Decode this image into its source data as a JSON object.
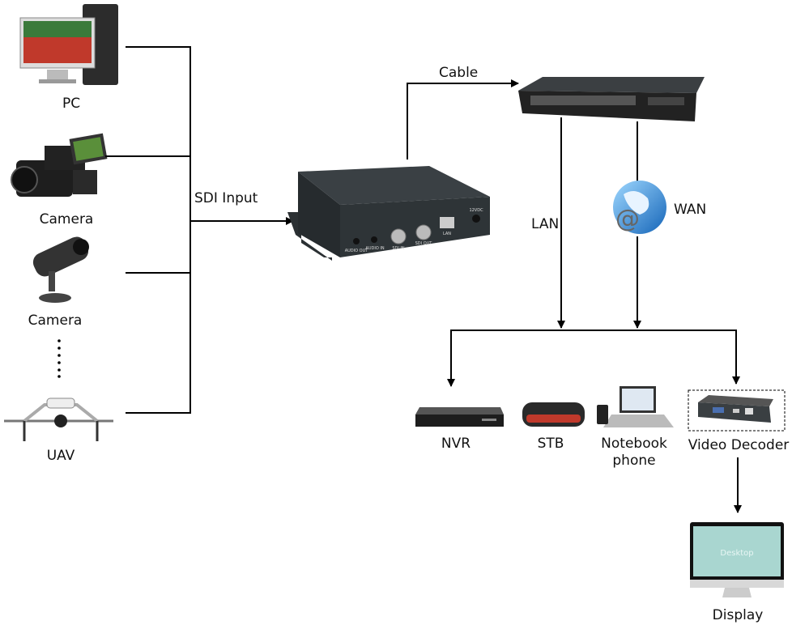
{
  "sources": [
    {
      "label": "PC",
      "icon": "pc-icon"
    },
    {
      "label": "Camera",
      "icon": "camcorder-icon"
    },
    {
      "label": "Camera",
      "icon": "cctv-camera-icon"
    },
    {
      "label": "UAV",
      "icon": "drone-icon"
    }
  ],
  "connections": {
    "sdi_input": "SDI Input",
    "cable": "Cable",
    "lan": "LAN",
    "wan": "WAN"
  },
  "encoder": {
    "icon": "video-encoder-icon",
    "port_labels": [
      "AUDIO OUT",
      "AUDIO IN",
      "SDI IN",
      "SDI OUT",
      "LAN",
      "12VDC"
    ]
  },
  "switch": {
    "icon": "network-switch-icon"
  },
  "destinations": [
    {
      "label": "NVR",
      "icon": "nvr-icon"
    },
    {
      "label": "STB",
      "icon": "set-top-box-icon"
    },
    {
      "label": "Notebook",
      "label2": "phone",
      "icon": "notebook-phone-icon"
    },
    {
      "label": "Video Decoder",
      "icon": "video-decoder-icon"
    }
  ],
  "display": {
    "label": "Display",
    "screen_text": "Desktop",
    "icon": "monitor-icon"
  },
  "colors": {
    "line": "#000000",
    "device": "#2b3033",
    "screen": "#a9d6d0",
    "globe": "#2a8fd8"
  }
}
